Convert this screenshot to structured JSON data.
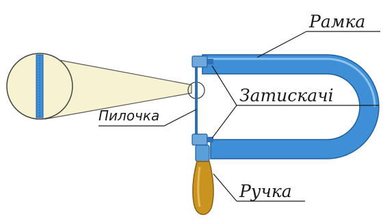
{
  "labels": {
    "frame": "Рамка",
    "clamps": "Затискачі",
    "blade": "Пилочка",
    "handle": "Ручка"
  },
  "colors": {
    "frame_fill": "#3f8fd6",
    "frame_dark": "#1f5f9e",
    "frame_light": "#8cc4f0",
    "magnifier_fill": "#f7f3d2",
    "handle_wood": "#c8931f",
    "handle_dark": "#8a5e10",
    "blade": "#2e6fb8",
    "ink": "#1a1a1a"
  }
}
